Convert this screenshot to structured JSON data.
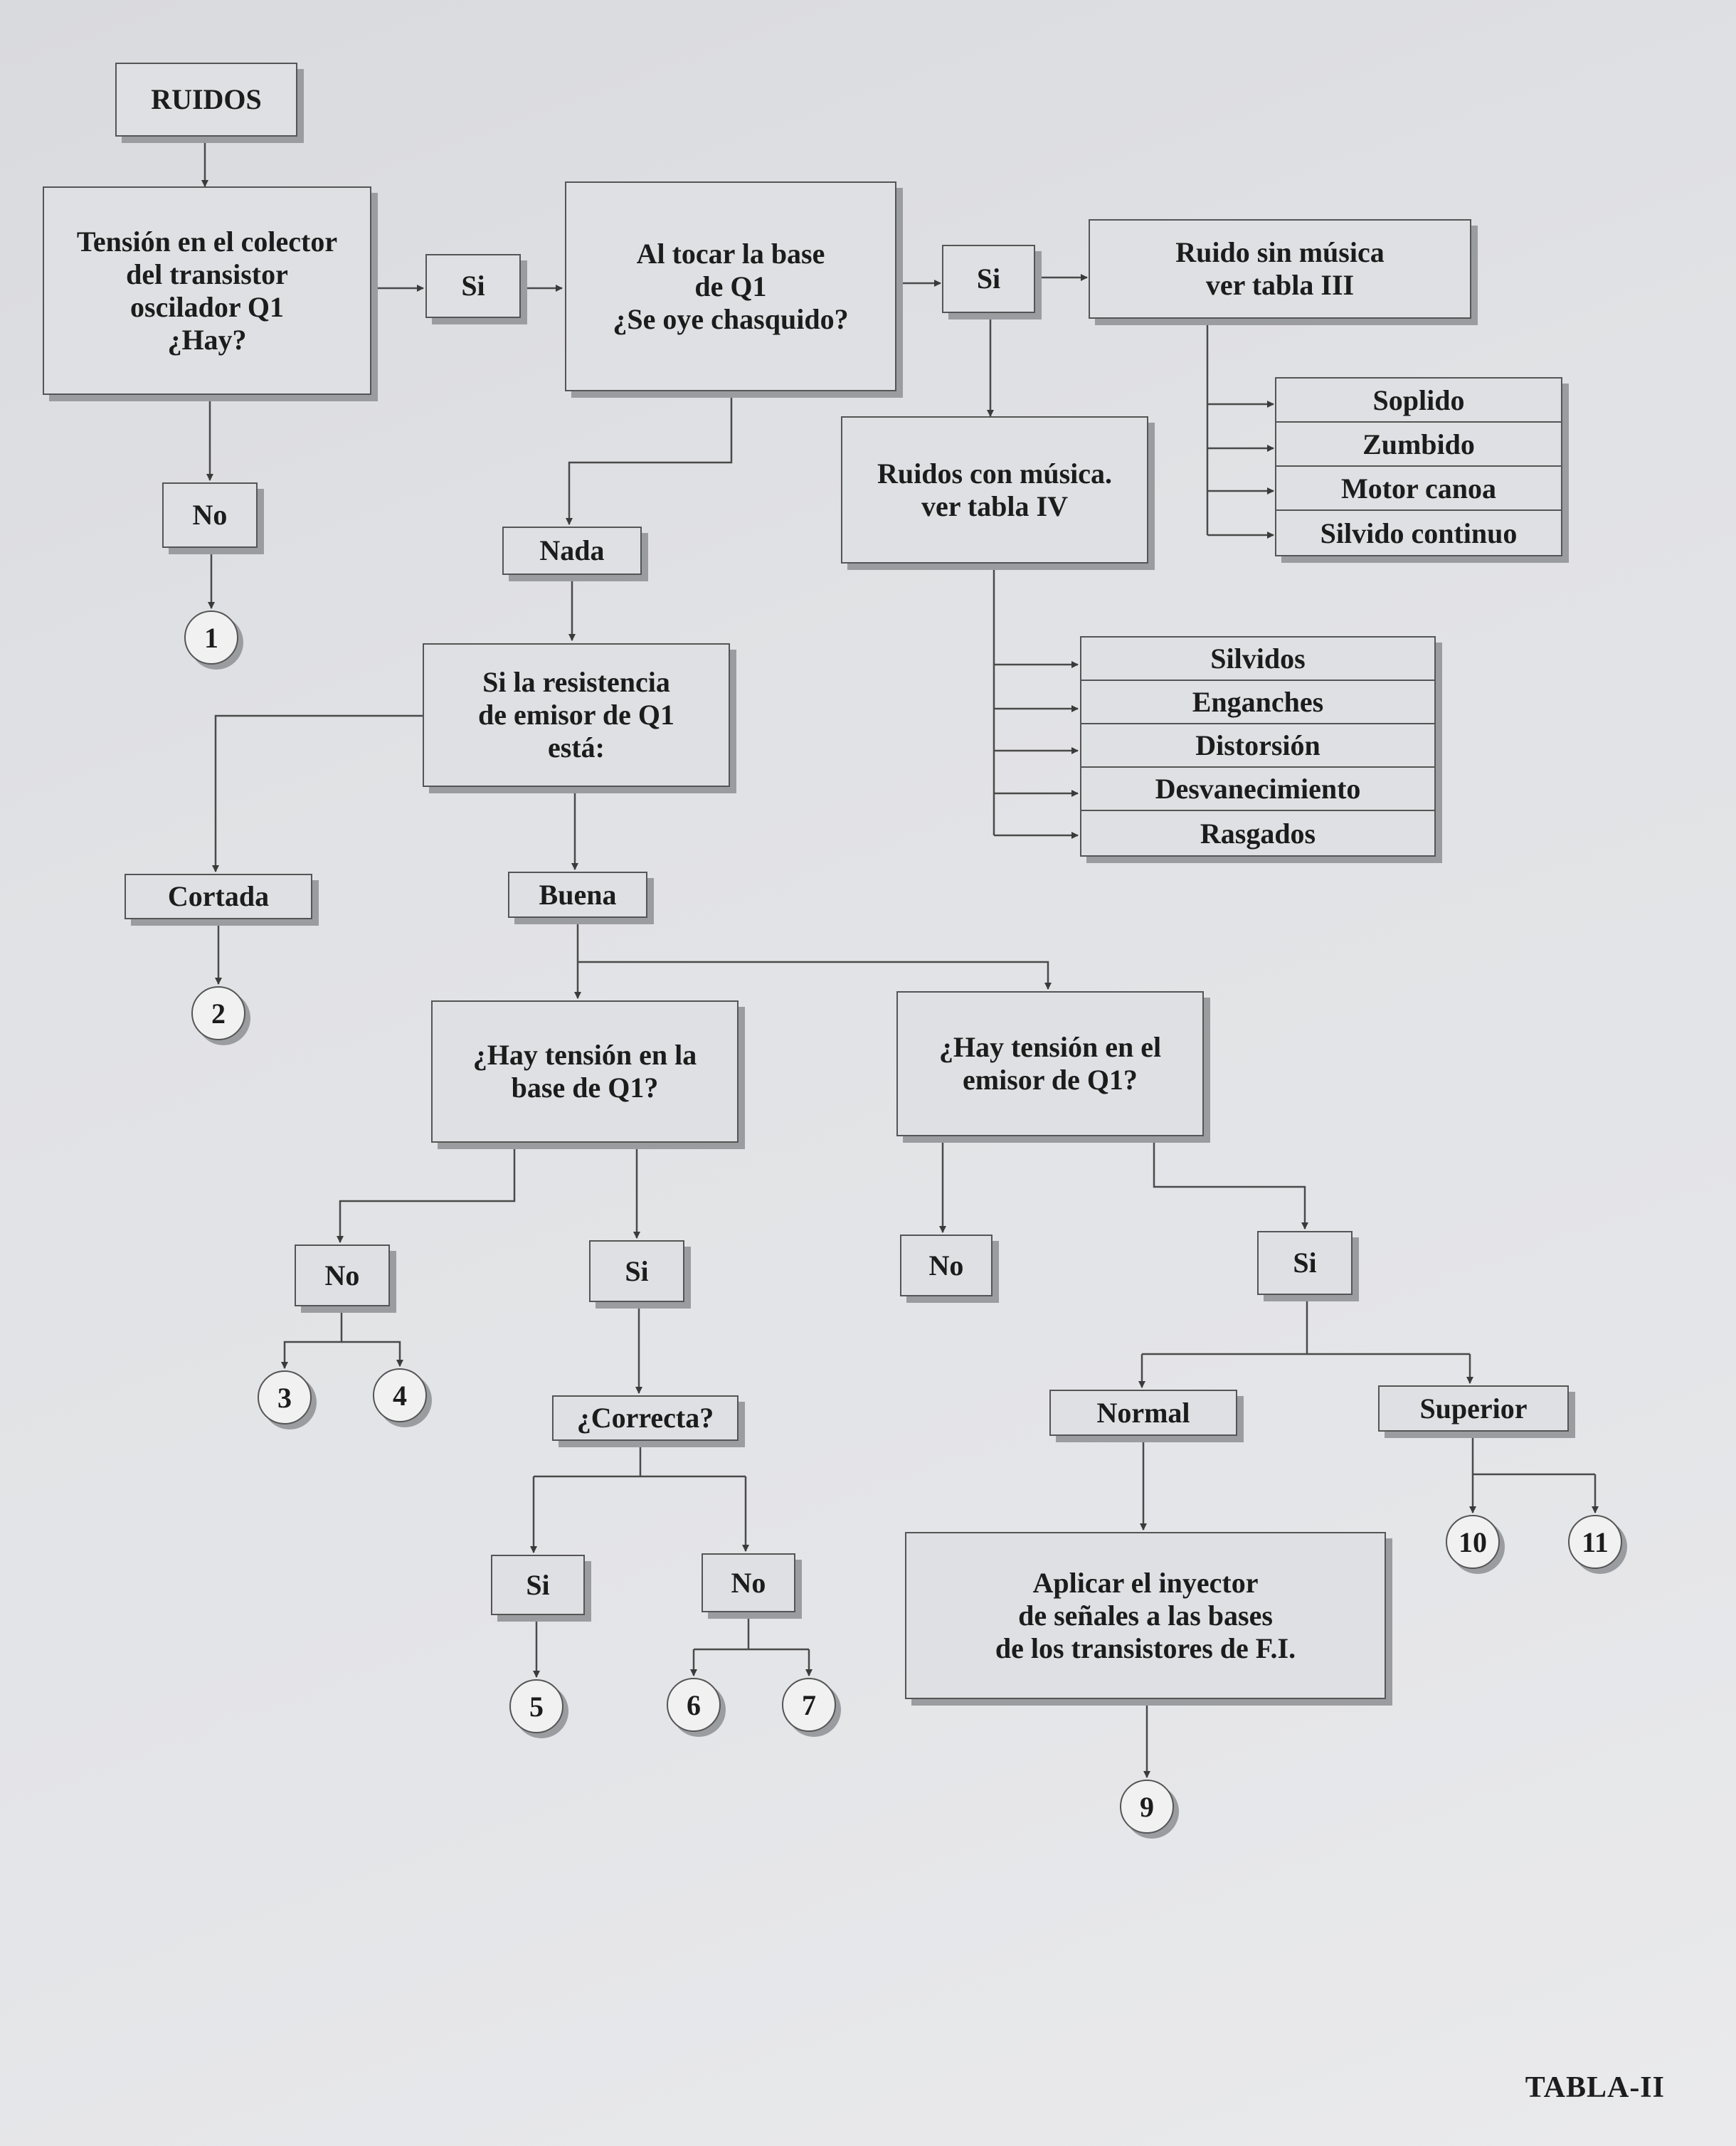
{
  "title": "RUIDOS",
  "start_question": "Tensión en el colector\ndel transistor\noscilador Q1\n¿Hay?",
  "start_yes": "Si",
  "start_no": "No",
  "touch_question": "Al tocar la base\nde Q1\n¿Se oye chasquido?",
  "touch_yes": "Si",
  "touch_none": "Nada",
  "noise_without_music": "Ruido sin música\nver tabla III",
  "noise_without_music_items": [
    "Soplido",
    "Zumbido",
    "Motor canoa",
    "Silvido continuo"
  ],
  "noise_with_music": "Ruidos con música.\nver tabla IV",
  "noise_with_music_items": [
    "Silvidos",
    "Enganches",
    "Distorsión",
    "Desvanecimiento",
    "Rasgados"
  ],
  "resistance_question": "Si la resistencia\nde emisor de Q1\nestá:",
  "cut_label": "Cortada",
  "good_label": "Buena",
  "base_voltage_question": "¿Hay tensión en la\nbase de Q1?",
  "emitter_voltage_question": "¿Hay tensión en el\nemisor de Q1?",
  "base_no": "No",
  "base_yes": "Si",
  "emitter_no": "No",
  "emitter_yes": "Si",
  "correct_question": "¿Correcta?",
  "correct_yes": "Si",
  "correct_no": "No",
  "normal_label": "Normal",
  "superior_label": "Superior",
  "injector_action": "Aplicar el inyector\nde señales a las bases\nde los transistores de F.I.",
  "refs": {
    "r1": "1",
    "r2": "2",
    "r3": "3",
    "r4": "4",
    "r5": "5",
    "r6": "6",
    "r7": "7",
    "r9": "9",
    "r10": "10",
    "r11": "11"
  },
  "caption": "TABLA-II"
}
